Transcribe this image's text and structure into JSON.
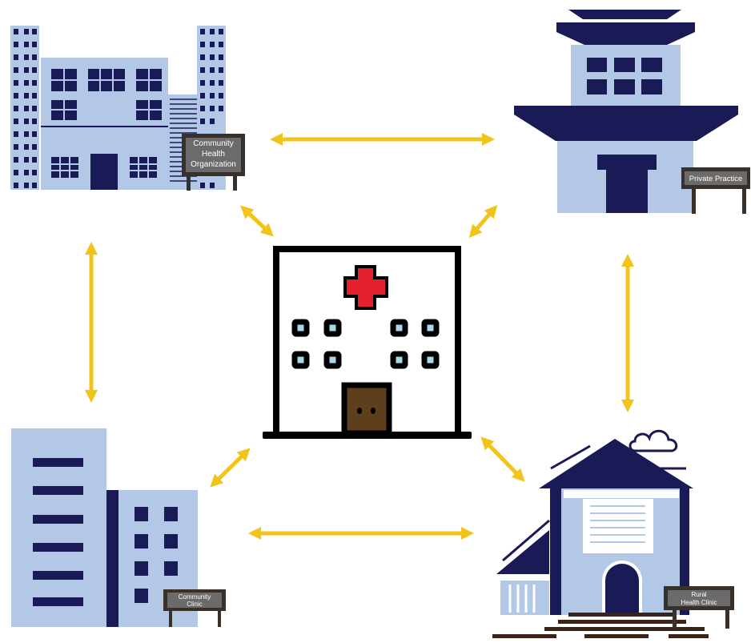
{
  "colors": {
    "light_blue": "#b3c7e6",
    "navy": "#1a1a57",
    "arrow_yellow": "#f0c419",
    "sign_dark": "#3a302a",
    "sign_panel": "#6b6b6b",
    "cross_red": "#e3202b",
    "door_brown": "#5e3f1c",
    "window_cyan": "#a8d8ea"
  },
  "nodes": {
    "center": {
      "icon": "hospital-icon"
    },
    "top_left": {
      "icon": "office-building-icon",
      "sign": [
        "Community",
        "Health",
        "Organization"
      ]
    },
    "top_right": {
      "icon": "pagoda-building-icon",
      "sign": [
        "Private Practice"
      ]
    },
    "bottom_left": {
      "icon": "tower-building-icon",
      "sign": [
        "Community",
        "Clinic"
      ]
    },
    "bottom_right": {
      "icon": "house-clinic-icon",
      "sign": [
        "Rural",
        "Health Clinic"
      ]
    }
  },
  "edges": [
    {
      "from": "top_left",
      "to": "top_right"
    },
    {
      "from": "top_left",
      "to": "bottom_left"
    },
    {
      "from": "top_right",
      "to": "bottom_right"
    },
    {
      "from": "bottom_left",
      "to": "bottom_right"
    },
    {
      "from": "center",
      "to": "top_left"
    },
    {
      "from": "center",
      "to": "top_right"
    },
    {
      "from": "center",
      "to": "bottom_left"
    },
    {
      "from": "center",
      "to": "bottom_right"
    }
  ]
}
